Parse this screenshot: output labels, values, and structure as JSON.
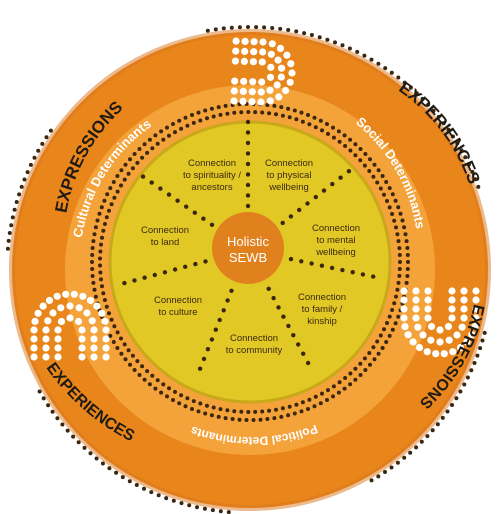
{
  "center": {
    "line1": "Holistic",
    "line2": "SEWB"
  },
  "segments": [
    {
      "line1": "Connection",
      "line2": "to spirituality /",
      "line3": "ancestors"
    },
    {
      "line1": "Connection",
      "line2": "to physical",
      "line3": "wellbeing"
    },
    {
      "line1": "Connection",
      "line2": "to mental",
      "line3": "wellbeing"
    },
    {
      "line1": "Connection",
      "line2": "to family /",
      "line3": "kinship"
    },
    {
      "line1": "Connection",
      "line2": "to community",
      "line3": ""
    },
    {
      "line1": "Connection",
      "line2": "to culture",
      "line3": ""
    },
    {
      "line1": "Connection",
      "line2": "to land",
      "line3": ""
    }
  ],
  "determinants": {
    "cultural": "Cultural Determinants",
    "social": "Social Determinants",
    "political": "Political Determinants"
  },
  "outer": {
    "expressions_left": "EXPRESSIONS",
    "experiences_right": "EXPERIENCES",
    "expressions_right": "EXPRESSIONS",
    "experiences_left": "EXPERIENCES"
  },
  "colors": {
    "outer_ring": "#e8861c",
    "determinant_ring": "#f4a23a",
    "inner_disc": "#e2c824",
    "center_disc": "#e0811d",
    "dots": "#3b2710",
    "white": "#ffffff",
    "text_dark": "#1f1a12"
  }
}
